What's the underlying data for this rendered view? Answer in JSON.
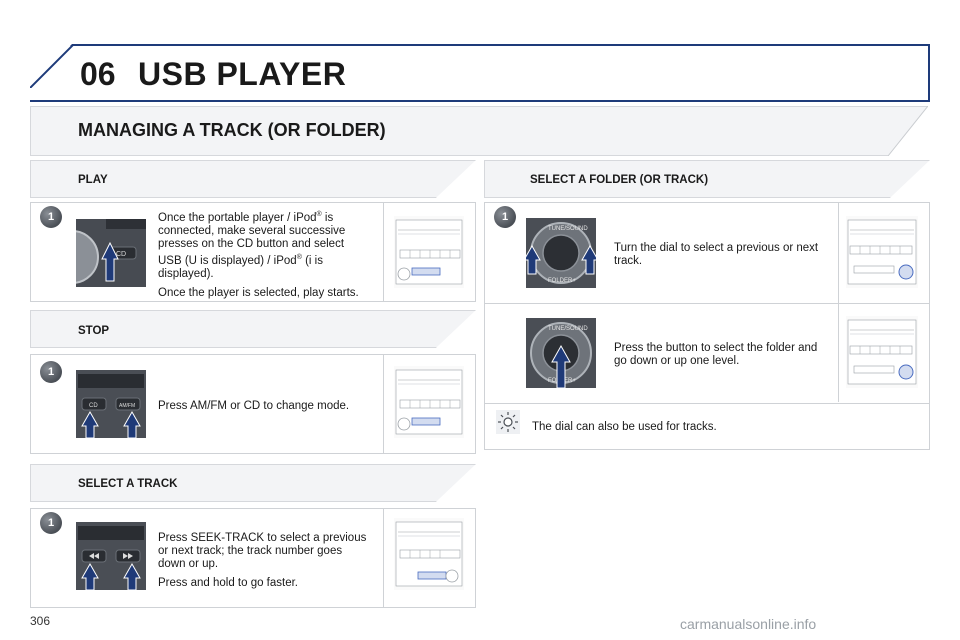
{
  "header": {
    "chapter_number": "06",
    "chapter_title": "USB PLAYER"
  },
  "main_title": "MANAGING A TRACK (OR FOLDER)",
  "left": {
    "play": {
      "title": "PLAY",
      "step": "1",
      "p1a": "Once the portable player / iPod",
      "p1b": " is connected, make several successive presses on the CD button and select USB (U is displayed) / iPod",
      "p1c": " (i is displayed).",
      "reg": "®",
      "p2": "Once the player is selected, play starts."
    },
    "stop": {
      "title": "STOP",
      "step": "1",
      "text": "Press AM/FM or CD to change mode."
    },
    "select_track": {
      "title": "SELECT A TRACK",
      "step": "1",
      "p1": "Press SEEK-TRACK to select a previous or next track; the track number goes down or up.",
      "p2": "Press and hold to go faster."
    }
  },
  "right": {
    "select_folder": {
      "title": "SELECT A FOLDER (OR TRACK)",
      "step": "1",
      "row1_text": "Turn the dial to select a previous or next track.",
      "row2_text": "Press the button to select the folder and go down or up one level.",
      "tip_text": "The dial can also be used for tracks."
    },
    "dial_labels": {
      "top": "TUNE/SOUND",
      "bottom": "FOLDER+"
    }
  },
  "photo_labels": {
    "cd": "CD",
    "amfm": "AM/FM"
  },
  "footer": {
    "page_number": "306",
    "watermark": "carmanualsonline.info"
  },
  "colors": {
    "header_border": "#1e3b7a",
    "arrow": "#1f3a78",
    "panel_bg": "#f3f4f6"
  }
}
